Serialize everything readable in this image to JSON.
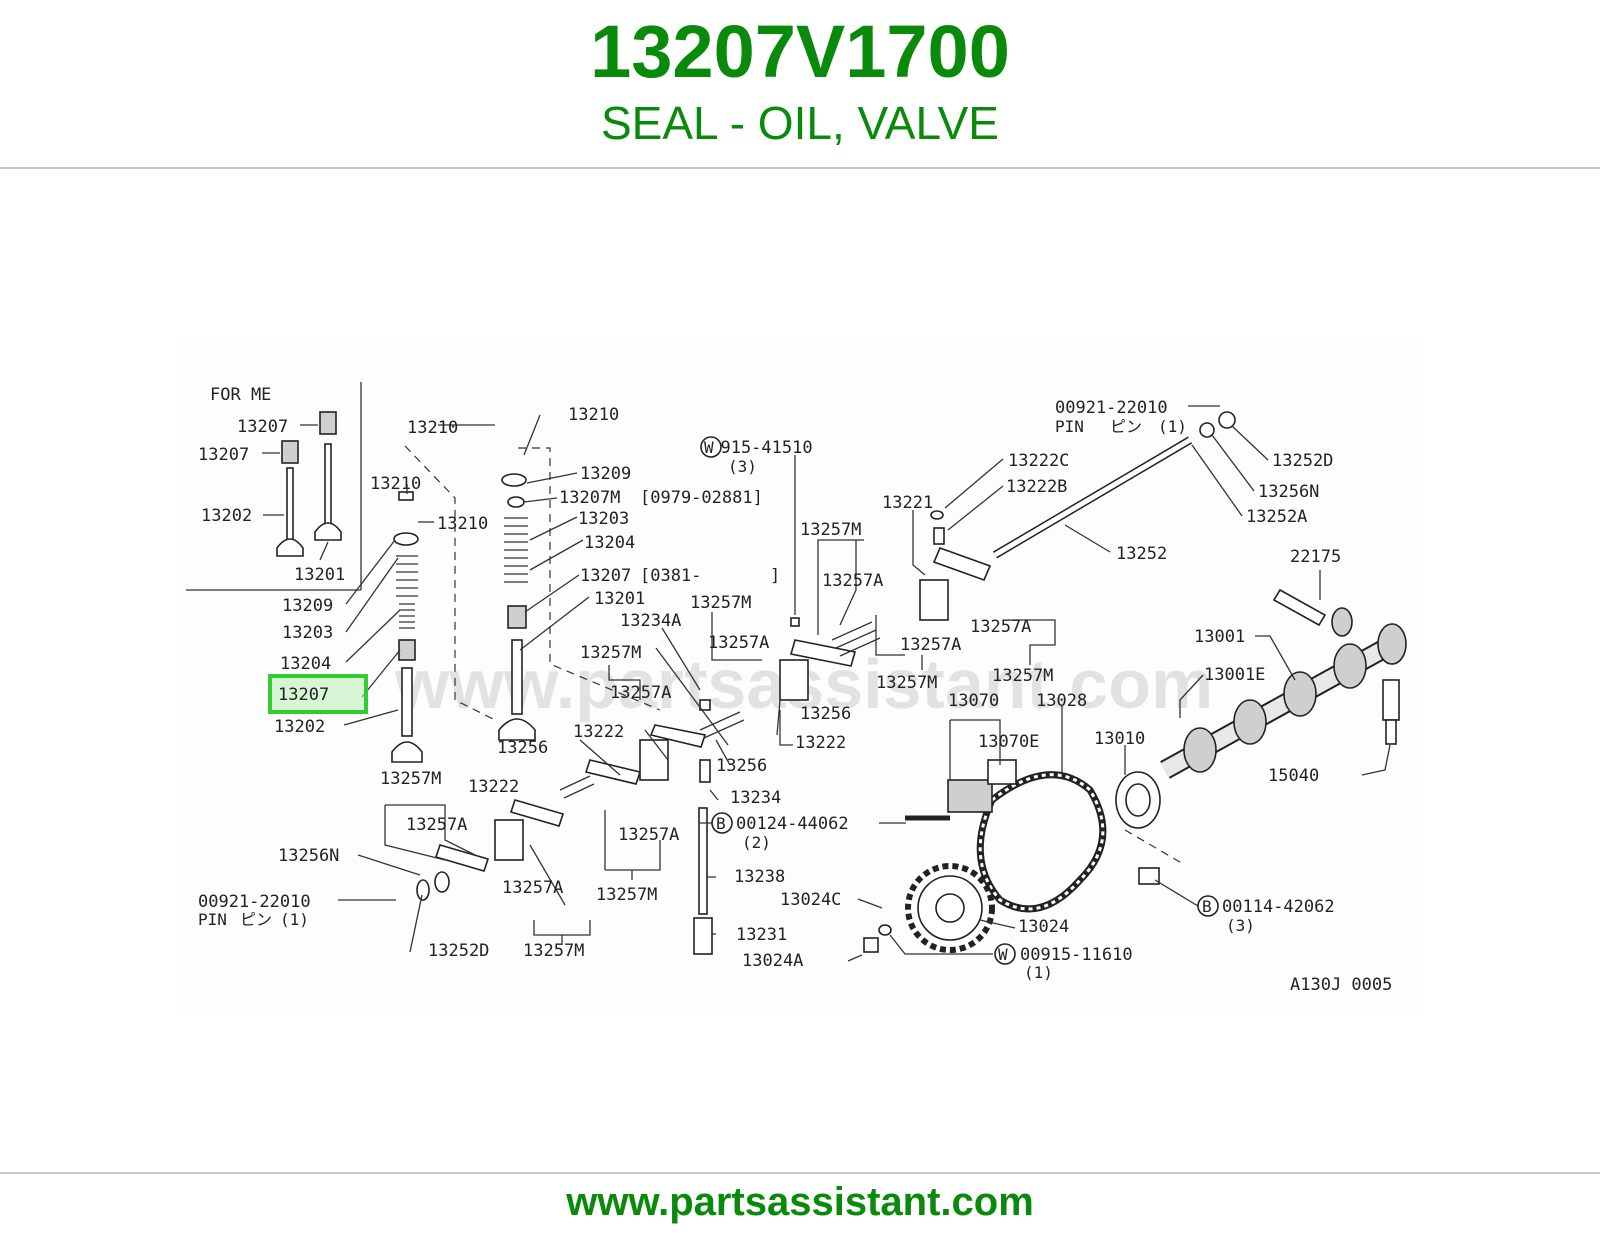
{
  "header": {
    "part_number": "13207V1700",
    "part_name": "SEAL - OIL, VALVE"
  },
  "footer": {
    "site_url": "www.partsassistant.com"
  },
  "diagram": {
    "watermark": "www.partsassistant.com",
    "reference_code": "A130J 0005",
    "highlight_color": "#33cc33",
    "inset_title": "FOR ME",
    "labels": {
      "l13207_a": "13207",
      "l13207_b": "13207",
      "l13202_a": "13202",
      "l13201_a": "13201",
      "l13210_a": "13210",
      "l13210_b": "13210",
      "l13210_c": "13210",
      "l13210_d": "13210",
      "l13209_a": "13209",
      "l13203_a": "13203",
      "l13204_a": "13204",
      "l13207_hl": "13207",
      "l13202_b": "13202",
      "l13209_b": "13209",
      "l13207m": "13207M",
      "l13207m_range": "[0979-02881]",
      "l13203_b": "13203",
      "l13204_b": "13204",
      "l13207_c": "13207",
      "l13207_c_range": "[0381-",
      "l13207_c_end": "]",
      "l13201_b": "13201",
      "w00915_41510": "00915-41510",
      "w00915_41510_qty": "(3)",
      "l00921_a": "00921-22010",
      "pin_a": "PIN",
      "pin_a_jp": "ピン",
      "pin_a_qty": "(1)",
      "l13252d_a": "13252D",
      "l13256n_a": "13256N",
      "l13252a": "13252A",
      "l13252": "13252",
      "l13222c": "13222C",
      "l13222b": "13222B",
      "l13221": "13221",
      "l13257m_a": "13257M",
      "l13257a_a": "13257A",
      "l13257m_b": "13257M",
      "l13234a": "13234A",
      "l13257a_b": "13257A",
      "l13257m_c": "13257M",
      "l13257a_c": "13257A",
      "l13257a_d": "13257A",
      "l13257a_e": "13257A",
      "l13257m_d": "13257M",
      "l13257m_e": "13257M",
      "l13256_a": "13256",
      "l13222_a": "13222",
      "l13222_b": "13222",
      "l13256_b": "13256",
      "l13256_c": "13256",
      "l13234": "13234",
      "l13257m_f": "13257M",
      "l13222_c": "13222",
      "l13257a_f": "13257A",
      "l13257a_g": "13257A",
      "l13257m_g": "13257M",
      "l13256n_b": "13256N",
      "l00921_b": "00921-22010",
      "pin_b": "PIN",
      "pin_b_jp": "ピン",
      "pin_b_qty": "(1)",
      "l13257a_h": "13257A",
      "l13252d_b": "13252D",
      "l13257m_h": "13257M",
      "b00124": "00124-44062",
      "b00124_qty": "(2)",
      "l13238": "13238",
      "l13231": "13231",
      "l13070": "13070",
      "l13028": "13028",
      "l13070e": "13070E",
      "l13010": "13010",
      "l13001": "13001",
      "l13001e": "13001E",
      "l22175": "22175",
      "l15040": "15040",
      "l13024c": "13024C",
      "l13024": "13024",
      "l13024a": "13024A",
      "w00915_11610": "00915-11610",
      "w00915_11610_qty": "(1)",
      "b00114": "00114-42062",
      "b00114_qty": "(3)"
    }
  }
}
